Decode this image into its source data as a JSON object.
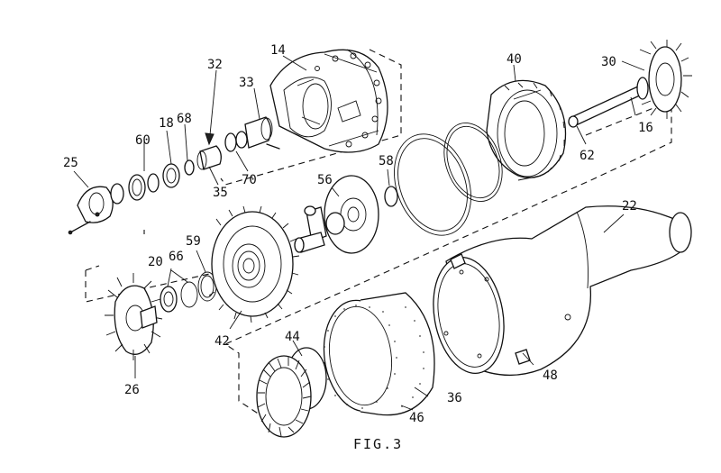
{
  "figure_caption": "FIG.3",
  "labels": {
    "l14": "14",
    "l32": "32",
    "l33": "33",
    "l40": "40",
    "l30": "30",
    "l18": "18",
    "l68": "68",
    "l60": "60",
    "l25": "25",
    "l35": "35",
    "l70": "70",
    "l62": "62",
    "l16": "16",
    "l58": "58",
    "l56": "56",
    "l22": "22",
    "l20": "20",
    "l66": "66",
    "l59": "59",
    "l42": "42",
    "l26": "26",
    "l44": "44",
    "l36": "36",
    "l46": "46",
    "l48": "48"
  }
}
